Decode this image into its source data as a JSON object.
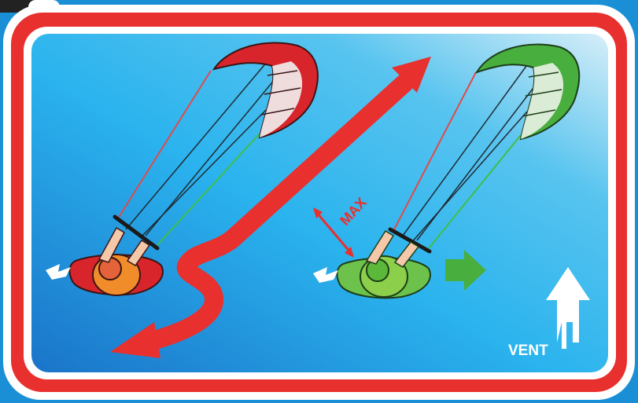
{
  "labels": {
    "max": "MAX",
    "wind": "VENT"
  },
  "colors": {
    "frame": "#e8302e",
    "sky_dark": "#1a74c9",
    "sky_mid": "#2ab3ee",
    "sky_light": "#c8e8f5",
    "kite_red": "#d8252b",
    "kite_green": "#48ae3e",
    "line_red": "#e04a4a",
    "line_green": "#3fbf48",
    "line_dark": "#1f2a33"
  },
  "icons": {
    "course_arrow": "curved-double-arrow",
    "direction_arrow": "right-arrow",
    "wind_arrow": "up-arrow"
  }
}
